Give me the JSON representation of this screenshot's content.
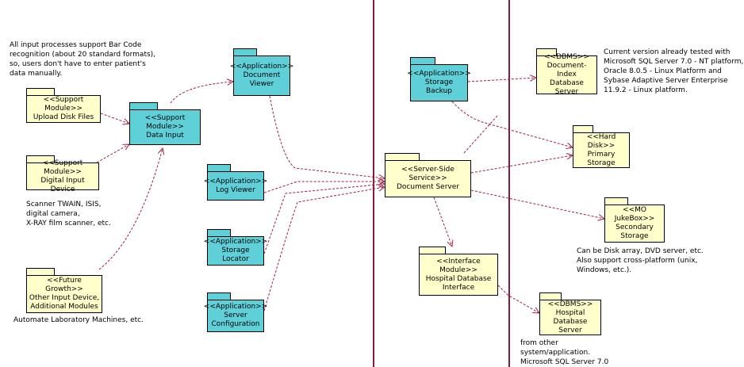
{
  "packages": {
    "upload_disk_files": {
      "stereotype": "<<Support Module>>",
      "name": "Upload Disk Files"
    },
    "digital_input_device": {
      "stereotype": "<<Support Module>>",
      "name": "Digital Input Device"
    },
    "future_growth": {
      "stereotype": "<<Future Growth>>",
      "name": "Other Input Device,\nAdditional Modules"
    },
    "data_input": {
      "stereotype": "<<Support Module>>",
      "name": "Data Input"
    },
    "document_viewer": {
      "stereotype": "<<Application>>",
      "name": "Document\nViewer"
    },
    "log_viewer": {
      "stereotype": "<<Application>>",
      "name": "Log Viewer"
    },
    "storage_locator": {
      "stereotype": "<<Application>>",
      "name": "Storage Locator"
    },
    "server_configuration": {
      "stereotype": "<<Application>>",
      "name": "Server\nConfiguration"
    },
    "storage_backup": {
      "stereotype": "<<Application>>",
      "name": "Storage Backup"
    },
    "document_server": {
      "stereotype": "<<Server-Side Service>>",
      "name": "Document Server"
    },
    "hospital_db_interface": {
      "stereotype": "<<Interface Module>>",
      "name": "Hospital Database\nInterface"
    },
    "document_index_db": {
      "stereotype": "<<DBMS>>",
      "name": "Document-Index\nDatabase Server"
    },
    "primary_storage": {
      "stereotype": "<<Hard Disk>>",
      "name": "Primary\nStorage"
    },
    "secondary_storage": {
      "stereotype": "<<MO JukeBox>>",
      "name": "Secondary\nStorage"
    },
    "hospital_db_server": {
      "stereotype": "<<DBMS>>",
      "name": "Hospital\nDatabase Server"
    }
  },
  "notes": {
    "barcode": "All input processes support Bar Code\nrecognition (about 20 standard formats),\nso, users don't have to enter patient's\ndata manually.",
    "scanner": "Scanner TWAIN, ISIS,\ndigital camera,\nX-RAY film scanner, etc.",
    "automate": "Automate Laboratory Machines, etc.",
    "current_version": "Current version already tested with\nMicrosoft SQL Server 7.0 - NT platform,\nOracle 8.0.5 - Linux Platform and\nSybase Adaptive Server Enterprise\n11.9.2 - Linux platform.",
    "disk_array": "Can be Disk array, DVD server, etc.\nAlso support cross-platform (unix,\nWindows, etc.).",
    "other_system": "from other\nsystem/application.\nMicrosoft  SQL Server 7.0"
  },
  "colors": {
    "divider": "#8b1a3a",
    "connector": "#a02040",
    "package_yellow": "#ffffcc",
    "package_cyan": "#5fd0d8"
  }
}
